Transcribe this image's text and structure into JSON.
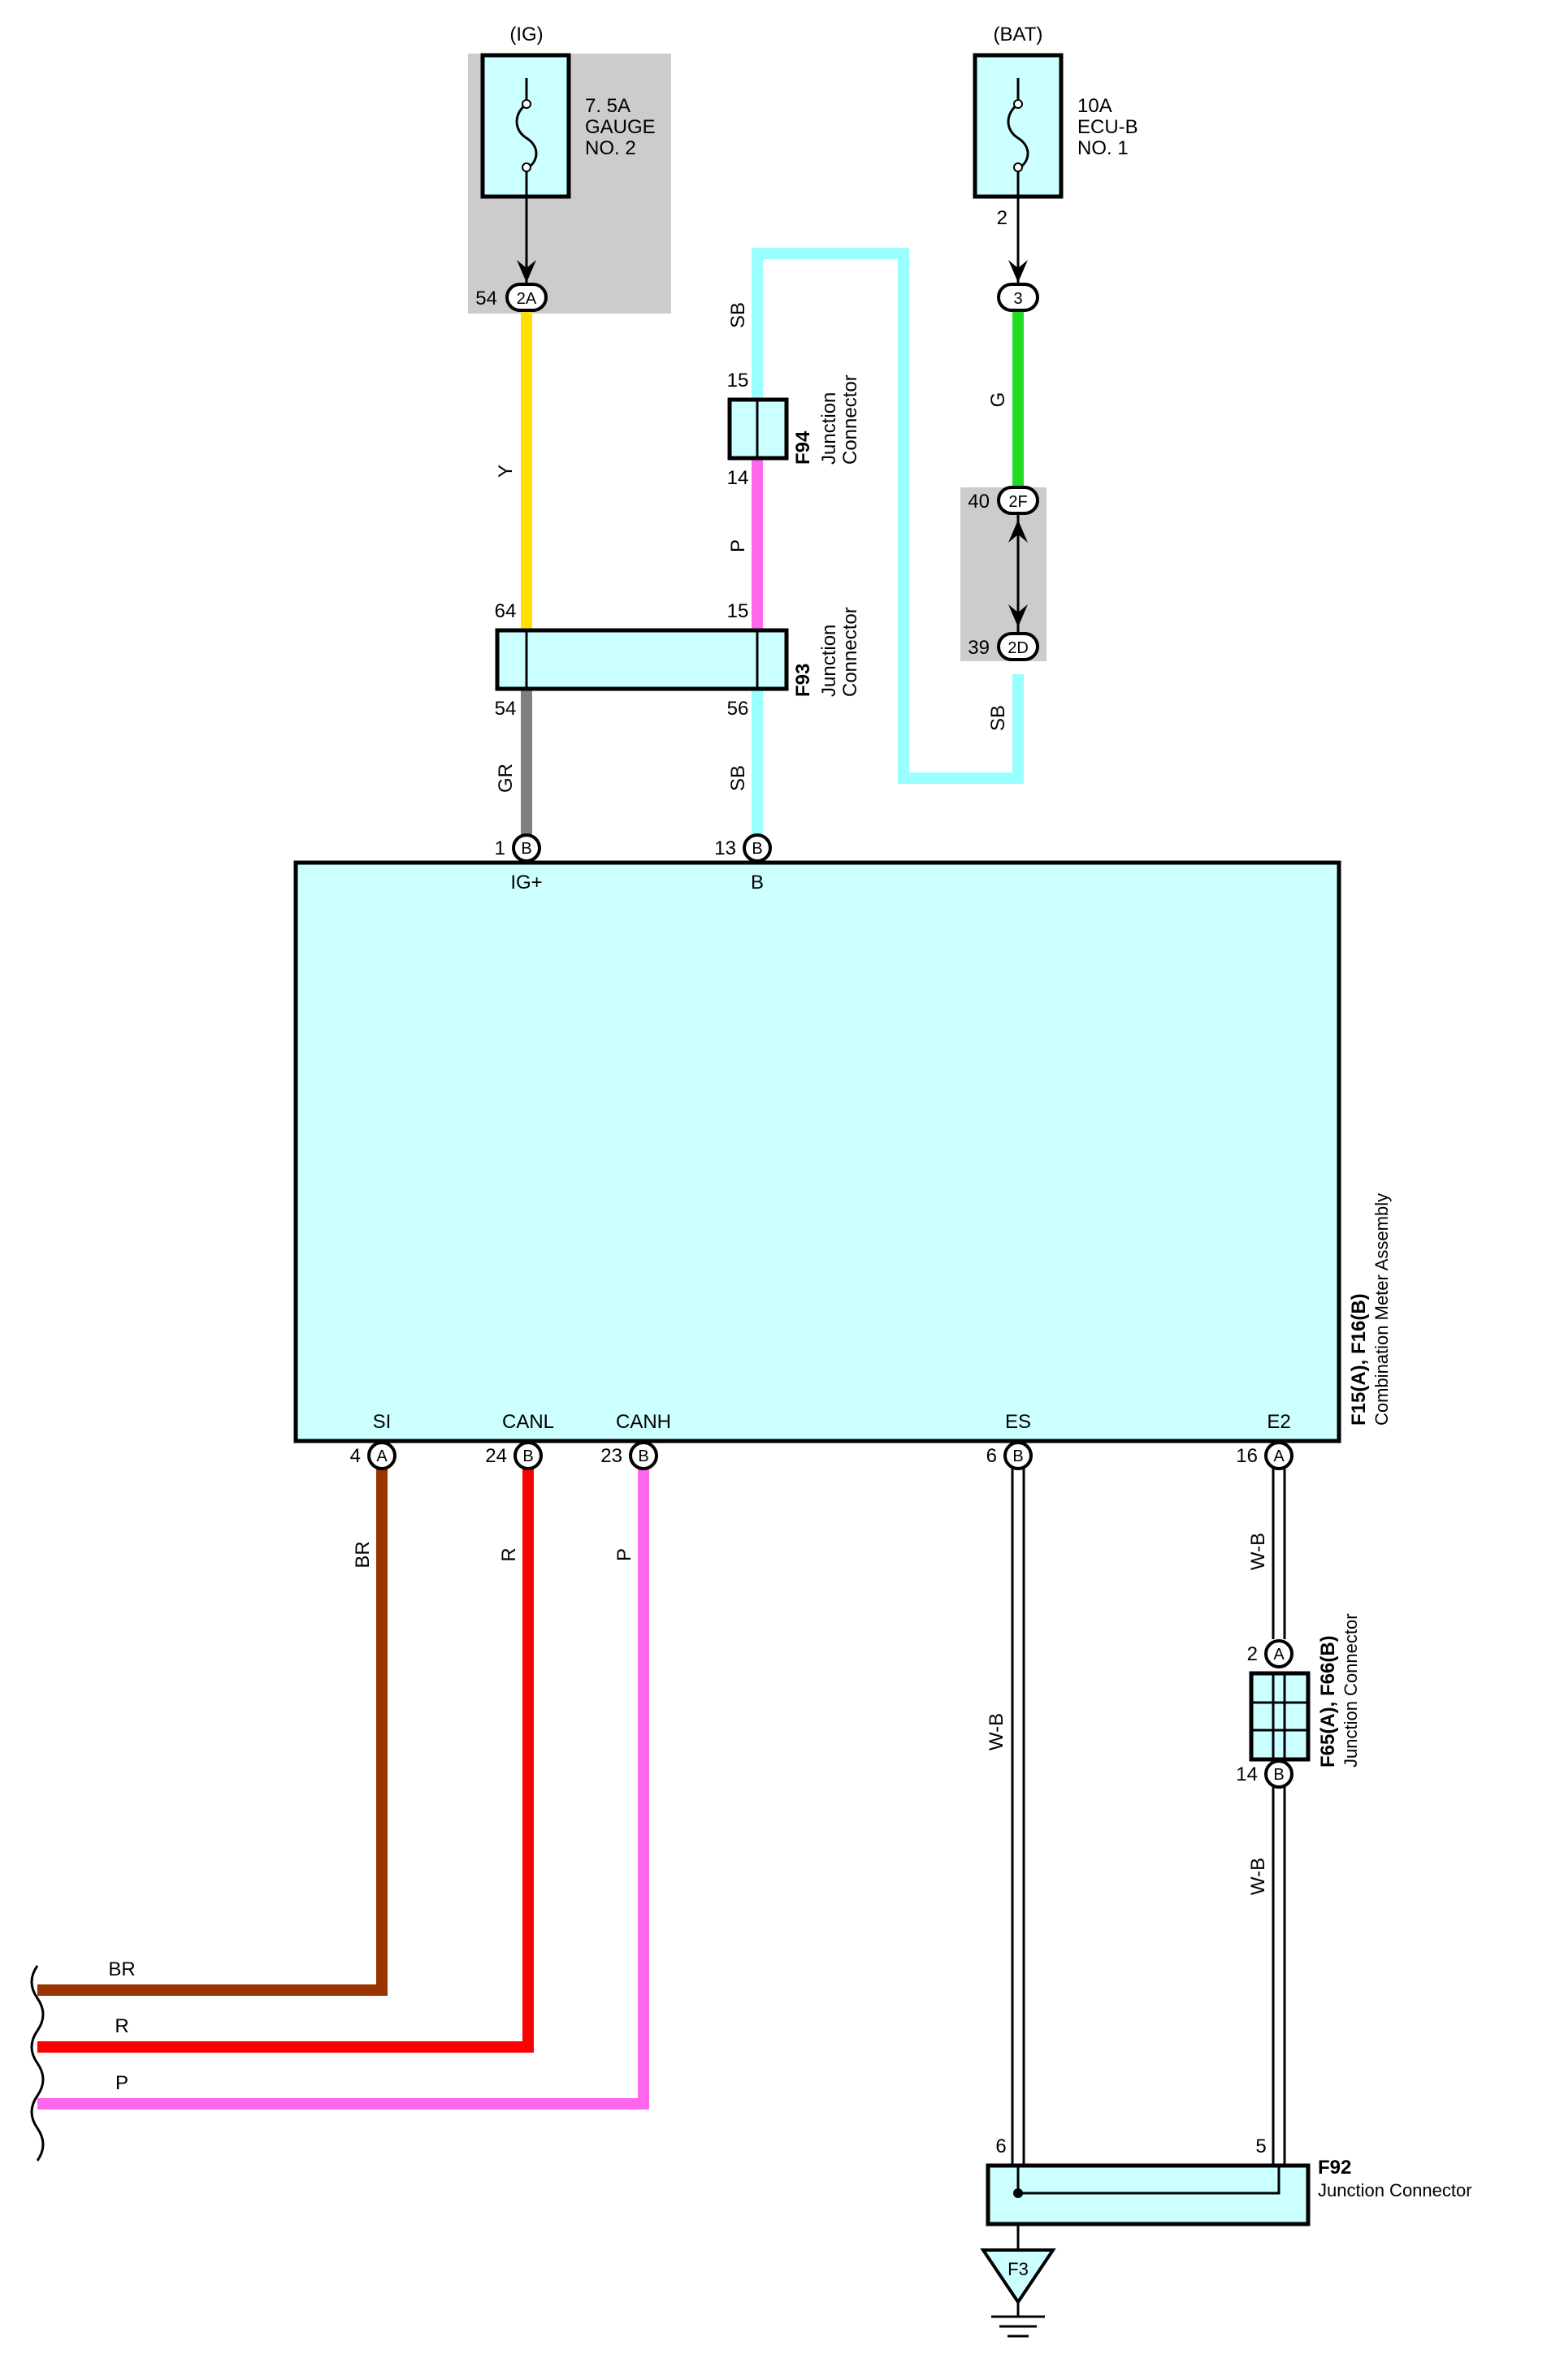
{
  "fuses": {
    "ig": {
      "source": "(IG)",
      "line1": "7. 5A",
      "line2": "GAUGE",
      "line3": "NO. 2"
    },
    "bat": {
      "source": "(BAT)",
      "line1": "10A",
      "line2": "ECU-B",
      "line3": "NO. 1",
      "pin": "2"
    }
  },
  "inline_connectors": {
    "c2A": {
      "code": "2A",
      "pin": "54"
    },
    "c3": {
      "code": "3"
    },
    "c2F": {
      "code": "2F",
      "pin": "40"
    },
    "c2D": {
      "code": "2D",
      "pin": "39"
    }
  },
  "junctions": {
    "f94": {
      "code": "F94",
      "line1": "Junction",
      "line2": "Connector",
      "pin_top": "15",
      "pin_bottom": "14"
    },
    "f93": {
      "code": "F93",
      "line1": "Junction",
      "line2": "Connector",
      "pin_tl": "64",
      "pin_tr": "15",
      "pin_bl": "54",
      "pin_br": "56"
    },
    "f65": {
      "code": "F65(A), F66(B)",
      "line1": "Junction Connector",
      "pin_a": "2",
      "pin_b": "14",
      "letter_a": "A",
      "letter_b": "B"
    },
    "f92": {
      "code": "F92",
      "line1": "Junction Connector",
      "pin_l": "6",
      "pin_r": "5"
    }
  },
  "meter": {
    "code": "F15(A), F16(B)",
    "name": "Combination Meter Assembly",
    "top_pins": [
      {
        "num": "1",
        "letter": "B",
        "signal": "IG+"
      },
      {
        "num": "13",
        "letter": "B",
        "signal": "B"
      }
    ],
    "bottom_pins": [
      {
        "num": "4",
        "letter": "A",
        "signal": "SI"
      },
      {
        "num": "24",
        "letter": "B",
        "signal": "CANL"
      },
      {
        "num": "23",
        "letter": "B",
        "signal": "CANH"
      },
      {
        "num": "6",
        "letter": "B",
        "signal": "ES"
      },
      {
        "num": "16",
        "letter": "A",
        "signal": "E2"
      }
    ]
  },
  "wire_labels": {
    "y": "Y",
    "gr": "GR",
    "sb_loop": "SB",
    "p_f94": "P",
    "sb_f93": "SB",
    "g": "G",
    "sb_2d": "SB",
    "br": "BR",
    "r": "R",
    "p": "P",
    "wb_es": "W-B",
    "wb_e2_top": "W-B",
    "wb_e2_bottom": "W-B",
    "br_out": "BR",
    "r_out": "R",
    "p_out": "P"
  },
  "ground": {
    "code": "F3"
  },
  "colors": {
    "Y": "#ffe000",
    "GR": "#808080",
    "SB": "#99ffff",
    "P": "#ff66ee",
    "G": "#22dd22",
    "BR": "#993300",
    "R": "#ff0000",
    "connector_fill": "#ccffff",
    "shade": "#cccccc"
  }
}
